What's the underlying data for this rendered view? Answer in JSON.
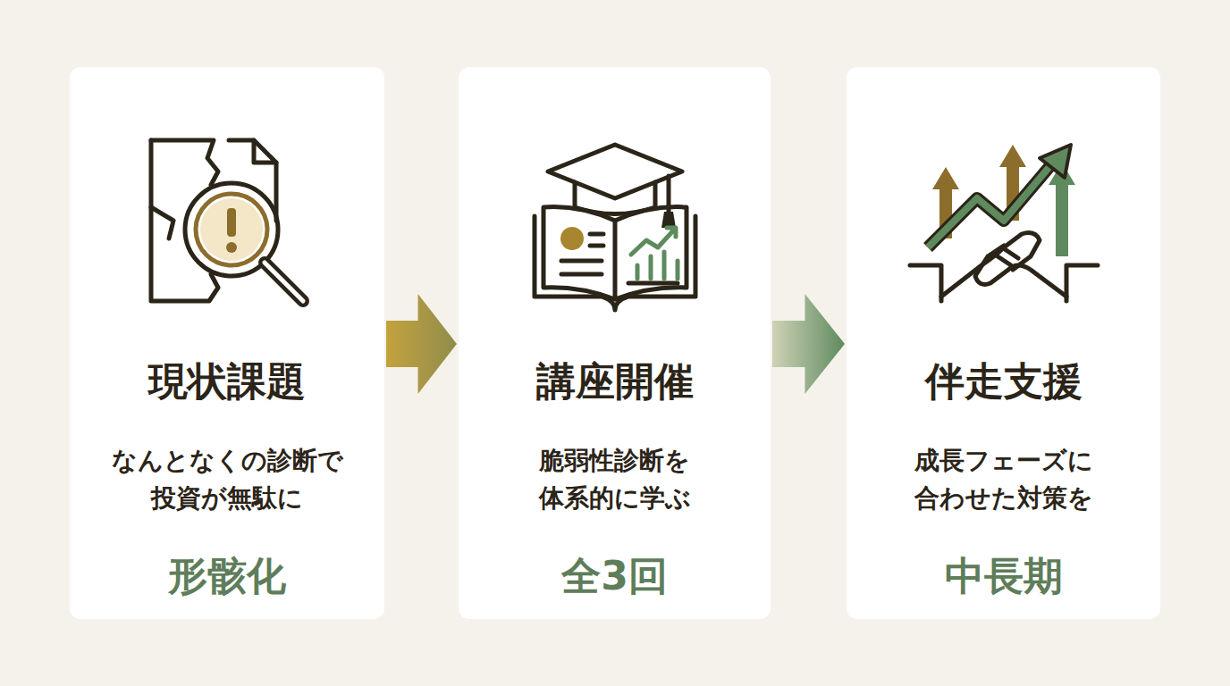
{
  "diagram": {
    "nodes": [
      {
        "text": [
          "現状課題",
          "なんとなくの診断で 投資が無駄に",
          "形骸化"
        ]
      },
      {
        "text": [
          "講座開催",
          "脆弱性診断を 体系的に学ぶ",
          "全3回"
        ]
      },
      {
        "text": [
          "伴走支援",
          "成長フェーズに 合わせた対策を",
          "中長期"
        ]
      }
    ],
    "edges": [
      {
        "from": 0,
        "to": 1,
        "arrow": "to"
      },
      {
        "from": 1,
        "to": 2,
        "arrow": "to"
      }
    ]
  }
}
